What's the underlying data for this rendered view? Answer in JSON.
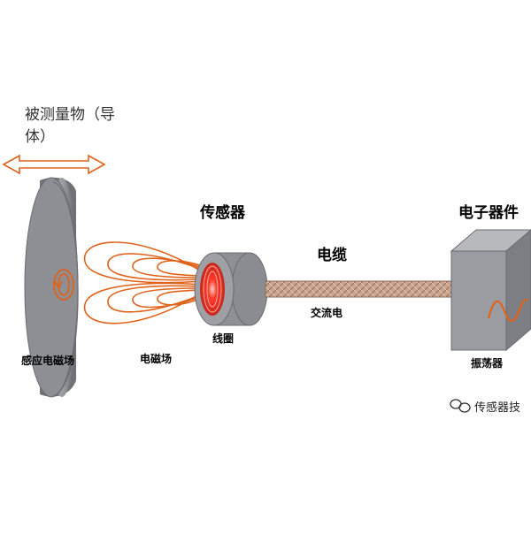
{
  "labels": {
    "measured_object_line1": "被测量物（导",
    "measured_object_line2": "体）",
    "sensor": "传感器",
    "electronic_device": "电子器件",
    "cable": "电缆",
    "ac_power": "交流电",
    "coil": "线圈",
    "induced_field": "感应电磁场",
    "em_field": "电磁场",
    "oscillator": "振荡器"
  },
  "watermark": {
    "text": "传感器技"
  },
  "colors": {
    "disc": "#8c8e93",
    "disc_face": "#9a9ca1",
    "field_lines": "#e0631c",
    "coil_glow": "#ff2a20",
    "cable": "#c9a48f",
    "box": "#8e9096",
    "arrow_fill": "#ffffff",
    "arrow_stroke": "#e0631c"
  },
  "icons": {
    "watermark": "wechat-chat-icon",
    "oscillator_wave": "sine-wave-icon",
    "motion": "double-arrow-icon"
  }
}
